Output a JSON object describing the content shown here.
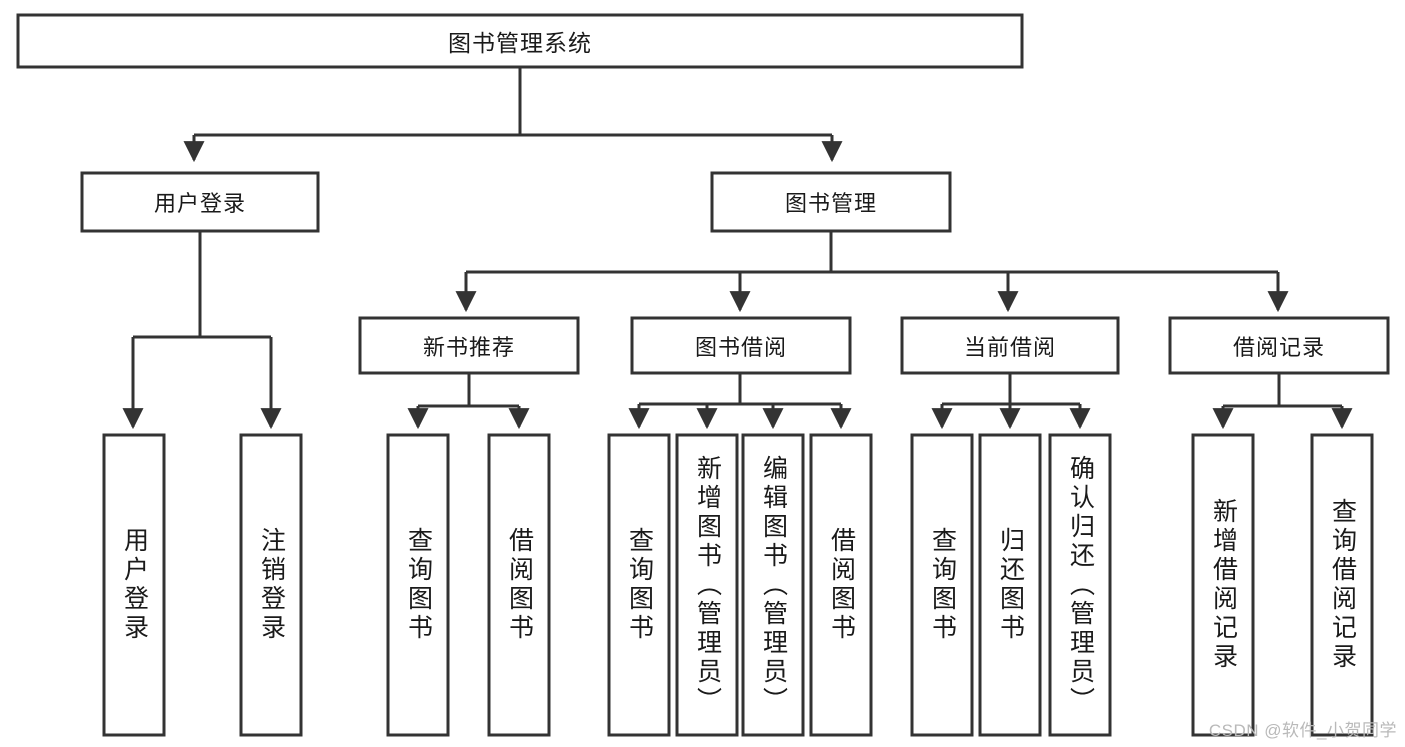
{
  "diagram": {
    "title": "图书管理系统",
    "type": "tree-hierarchy-diagram",
    "colors": {
      "background": "#ffffff",
      "box_fill": "#ffffff",
      "box_stroke": "#333333",
      "text": "#1a1a1a",
      "watermark": "#b9b9b9"
    },
    "root": {
      "label": "图书管理系统"
    },
    "level2": [
      {
        "label": "用户登录"
      },
      {
        "label": "图书管理"
      }
    ],
    "level3": [
      {
        "label": "新书推荐"
      },
      {
        "label": "图书借阅"
      },
      {
        "label": "当前借阅"
      },
      {
        "label": "借阅记录"
      }
    ],
    "leaves": {
      "user_login": [
        {
          "label": "用户登录"
        },
        {
          "label": "注销登录"
        }
      ],
      "new_book_recommend": [
        {
          "label": "查询图书"
        },
        {
          "label": "借阅图书"
        }
      ],
      "book_borrow": [
        {
          "label": "查询图书"
        },
        {
          "label": "新增图书（管理员）"
        },
        {
          "label": "编辑图书（管理员）"
        },
        {
          "label": "借阅图书"
        }
      ],
      "current_borrow": [
        {
          "label": "查询图书"
        },
        {
          "label": "归还图书"
        },
        {
          "label": "确认归还（管理员）"
        }
      ],
      "borrow_record": [
        {
          "label": "新增借阅记录"
        },
        {
          "label": "查询借阅记录"
        }
      ]
    },
    "watermark": "CSDN @软件_小贺同学"
  }
}
